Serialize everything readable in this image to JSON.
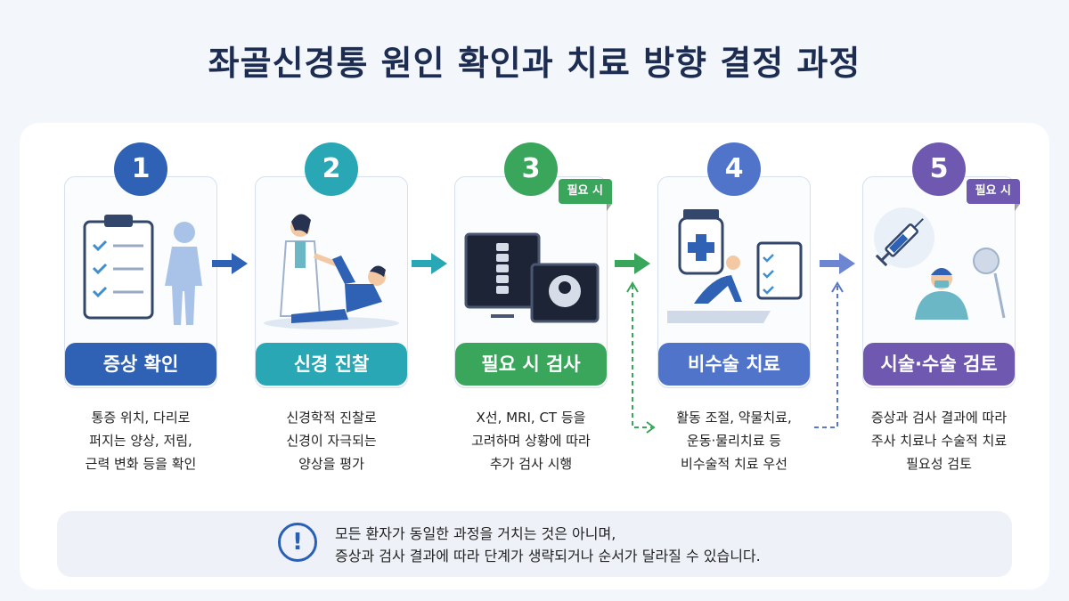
{
  "title": "좌골신경통 원인 확인과 치료 방향 결정 과정",
  "steps": [
    {
      "number": "1",
      "label": "증상 확인",
      "description": "통증 위치, 다리로\n퍼지는 양상, 저림,\n근력 변화 등을 확인",
      "color": "#2f62b4",
      "tag": ""
    },
    {
      "number": "2",
      "label": "신경 진찰",
      "description": "신경학적 진찰로\n신경이 자극되는\n양상을 평가",
      "color": "#2aa7b5",
      "tag": ""
    },
    {
      "number": "3",
      "label": "필요 시 검사",
      "description": "X선, MRI, CT 등을\n고려하며 상황에 따라\n추가 검사 시행",
      "color": "#3aa65b",
      "tag": "필요 시"
    },
    {
      "number": "4",
      "label": "비수술 치료",
      "description": "활동 조절, 약물치료,\n운동·물리치료 등\n비수술적 치료 우선",
      "color": "#4f74c9",
      "tag": ""
    },
    {
      "number": "5",
      "label": "시술·수술 검토",
      "description": "증상과 검사 결과에 따라\n주사 치료나 수술적 치료\n필요성 검토",
      "color": "#6e58b0",
      "tag": "필요 시"
    }
  ],
  "note": {
    "icon": "exclamation-circle-icon",
    "text": "모든 환자가 동일한 과정을 거치는 것은 아니며,\n증상과 검사 결과에 따라 단계가 생략되거나 순서가 달라질 수 있습니다."
  }
}
